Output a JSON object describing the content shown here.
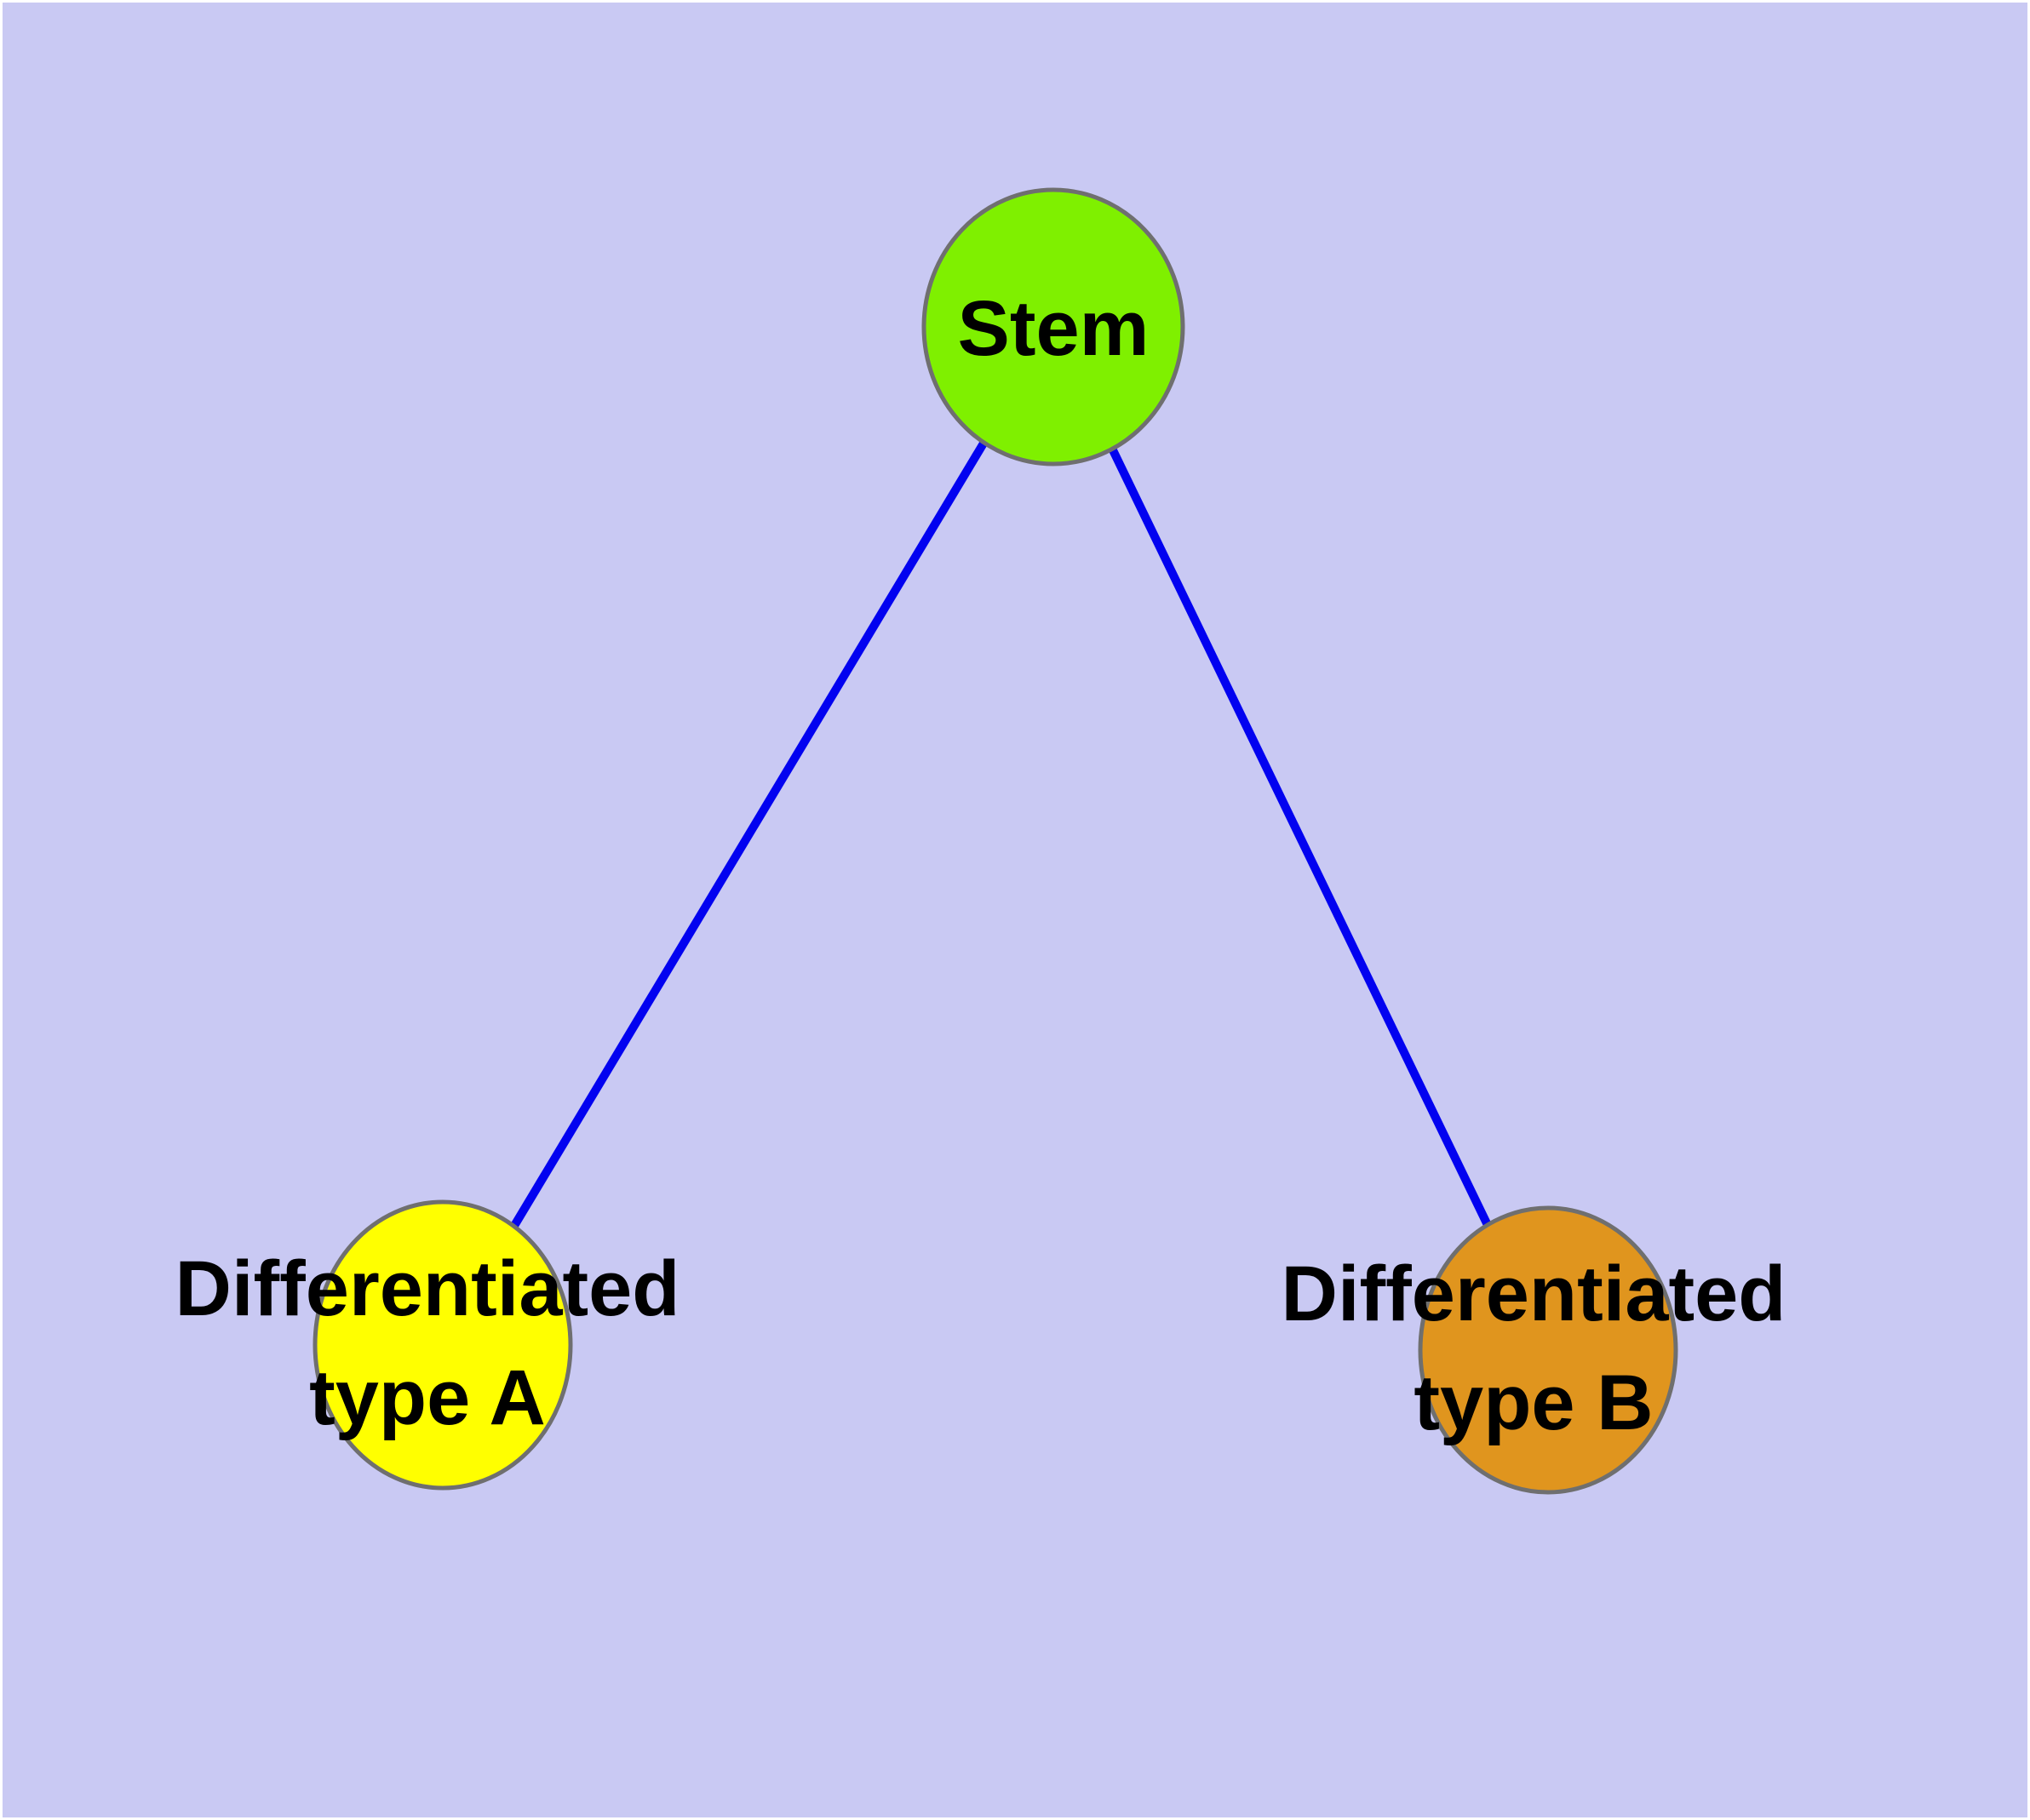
{
  "diagram": {
    "background_color": "#c9c9f3",
    "frame_color": "#ffffff",
    "edge_color": "#0202f0",
    "node_border_color": "#6f6f6f",
    "text_color": "#000000",
    "nodes": {
      "stem": {
        "label": "Stem",
        "color": "#7ff000"
      },
      "type_a": {
        "label": "Differentiated\ntype A",
        "color": "#ffff00"
      },
      "type_b": {
        "label": "Differentiated\ntype B",
        "color": "#e0951e"
      }
    },
    "edges": [
      {
        "from": "Stem",
        "to": "Differentiated type A"
      },
      {
        "from": "Stem",
        "to": "Differentiated type B"
      }
    ]
  }
}
